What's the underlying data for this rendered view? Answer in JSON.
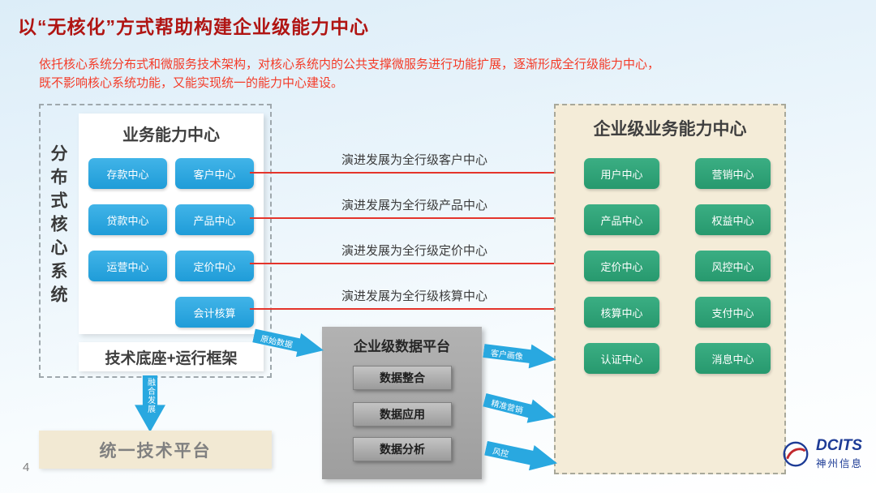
{
  "header": {
    "title": "以“无核化”方式帮助构建企业级能力中心",
    "description_line1": "依托核心系统分布式和微服务技术架构，对核心系统内的公共支撑微服务进行功能扩展，逐渐形成全行级能力中心，",
    "description_line2": "既不影响核心系统功能，又能实现统一的能力中心建设。"
  },
  "left_panel": {
    "vertical_label": "分布式核心系统",
    "business_center": {
      "title": "业务能力中心",
      "items": [
        "存款中心",
        "客户中心",
        "贷款中心",
        "产品中心",
        "运营中心",
        "定价中心",
        "会计核算"
      ]
    },
    "tech_base_label": "技术底座+运行框架"
  },
  "evolution_arrows": {
    "labels": [
      "演进发展为全行级客户中心",
      "演进发展为全行级产品中心",
      "演进发展为全行级定价中心",
      "演进发展为全行级核算中心"
    ]
  },
  "right_panel": {
    "title": "企业级业务能力中心",
    "items": [
      "用户中心",
      "营销中心",
      "产品中心",
      "权益中心",
      "定价中心",
      "风控中心",
      "核算中心",
      "支付中心",
      "认证中心",
      "消息中心"
    ]
  },
  "data_platform": {
    "title": "企业级数据平台",
    "items": [
      "数据整合",
      "数据应用",
      "数据分析"
    ]
  },
  "flow_arrows": {
    "raw_data": "原始数据",
    "fusion": "融合发展",
    "customer_profile": "客户画像",
    "precision_marketing": "精准营销",
    "risk_control": "风控"
  },
  "unified_platform": {
    "title": "统一技术平台"
  },
  "footer": {
    "page_number": "4",
    "logo_brand": "DCITS",
    "logo_company": "神州信息"
  },
  "colors": {
    "title_red": "#b01513",
    "body_red": "#f43b28",
    "arrow_red": "#e4342b",
    "chip_blue": "#29a8e0",
    "chip_green": "#2fa377",
    "panel_beige": "#f4ecd8",
    "platform_gray": "#a9a9a9",
    "logo_blue": "#1d3b96"
  }
}
